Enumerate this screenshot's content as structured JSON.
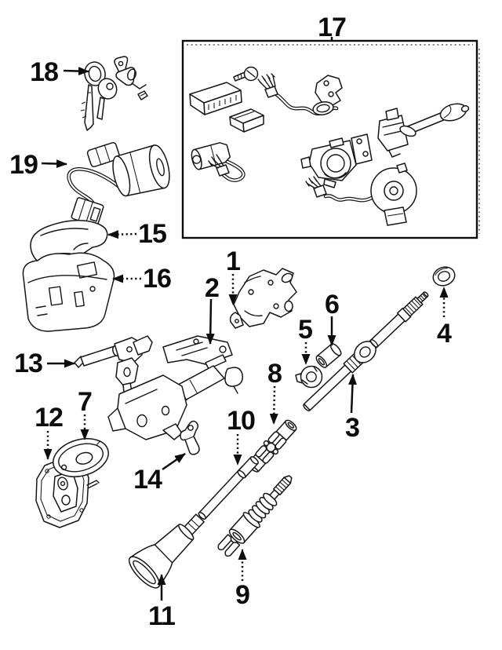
{
  "diagram": {
    "description": "Exploded parts line diagram with numbered callouts 1-19",
    "background": "#ffffff",
    "ink": "#000000",
    "inset_box": {
      "label": "17"
    },
    "callouts": [
      {
        "label": "1",
        "arrow": "dotted"
      },
      {
        "label": "2",
        "arrow": "solid"
      },
      {
        "label": "3",
        "arrow": "solid"
      },
      {
        "label": "4",
        "arrow": "dotted"
      },
      {
        "label": "5",
        "arrow": "dotted"
      },
      {
        "label": "6",
        "arrow": "solid"
      },
      {
        "label": "7",
        "arrow": "dotted"
      },
      {
        "label": "8",
        "arrow": "dotted"
      },
      {
        "label": "9",
        "arrow": "dotted"
      },
      {
        "label": "10",
        "arrow": "dotted"
      },
      {
        "label": "11",
        "arrow": "solid"
      },
      {
        "label": "12",
        "arrow": "dotted"
      },
      {
        "label": "13",
        "arrow": "solid"
      },
      {
        "label": "14",
        "arrow": "solid"
      },
      {
        "label": "15",
        "arrow": "dotted"
      },
      {
        "label": "16",
        "arrow": "dotted"
      },
      {
        "label": "17",
        "arrow": "none"
      },
      {
        "label": "18",
        "arrow": "solid"
      },
      {
        "label": "19",
        "arrow": "solid"
      }
    ]
  }
}
